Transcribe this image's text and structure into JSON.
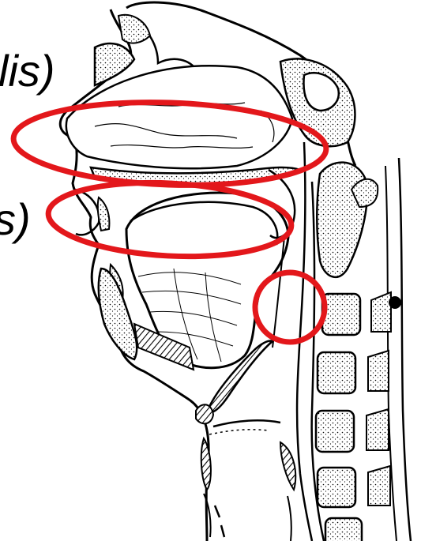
{
  "fragments": {
    "top": "lis)",
    "middle": "s)"
  },
  "colors": {
    "ink": "#000000",
    "highlight": "#e3171b",
    "paper": "#ffffff"
  },
  "annotations": [
    {
      "shape": "ellipse",
      "target": "nasal-cavity"
    },
    {
      "shape": "ellipse",
      "target": "oral-cavity"
    },
    {
      "shape": "circle",
      "target": "pharynx"
    }
  ]
}
